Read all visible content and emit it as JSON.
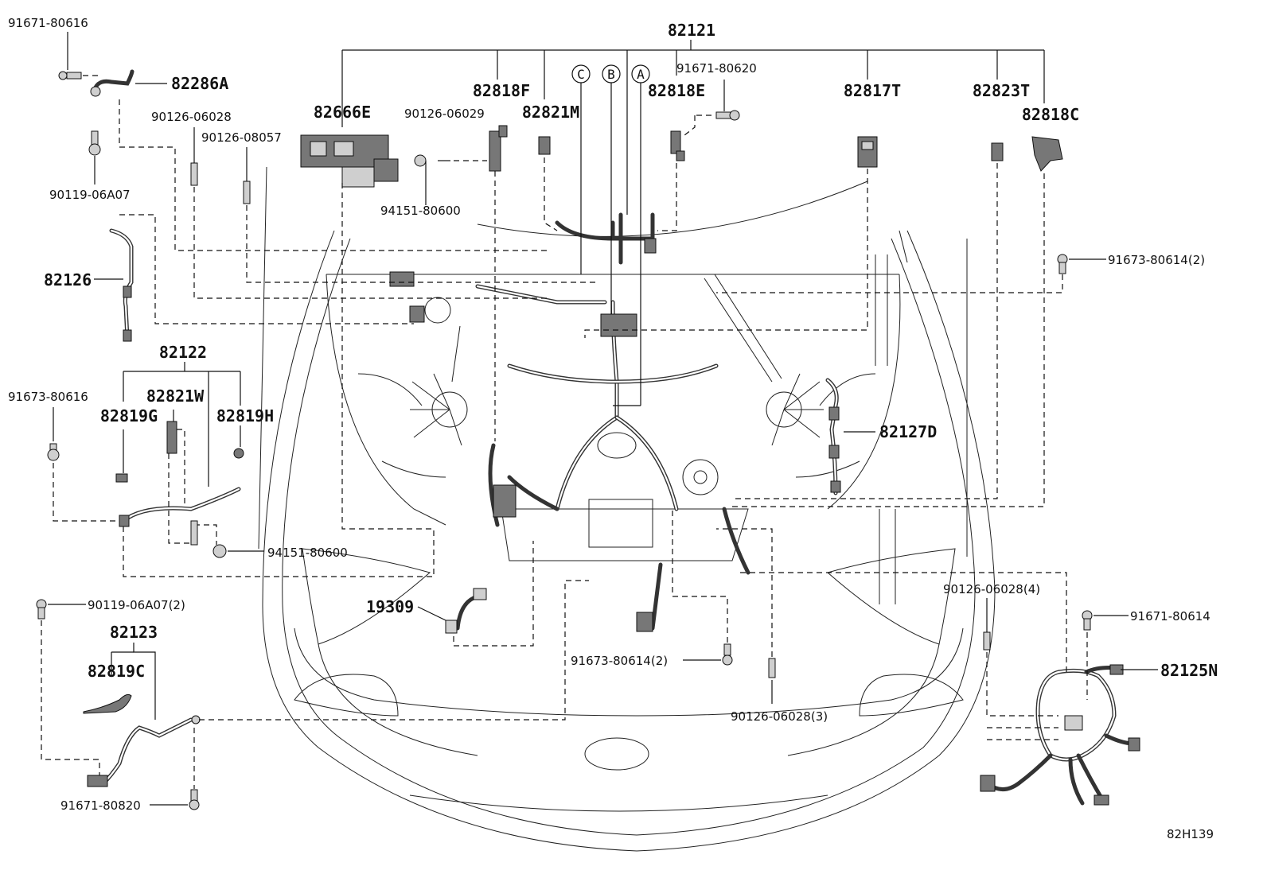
{
  "parts": {
    "p82121": "82121",
    "p82666E": "82666E",
    "p82818F": "82818F",
    "p82821M": "82821M",
    "p82818E": "82818E",
    "p82817T": "82817T",
    "p82823T": "82823T",
    "p82818C": "82818C",
    "p82286A": "82286A",
    "p82126": "82126",
    "p82122": "82122",
    "p82821W": "82821W",
    "p82819G": "82819G",
    "p82819H": "82819H",
    "p82127D": "82127D",
    "p19309": "19309",
    "p82123": "82123",
    "p82819C": "82819C",
    "p82125N": "82125N"
  },
  "fasteners": {
    "f91671_80616": "91671-80616",
    "f90126_06028": "90126-06028",
    "f90126_08057": "90126-08057",
    "f90126_06029": "90126-06029",
    "f91671_80620": "91671-80620",
    "f90119_06A07": "90119-06A07",
    "f94151_80600_top": "94151-80600",
    "f91673_80614_2_right": "91673-80614(2)",
    "f91673_80616": "91673-80616",
    "f94151_80600_mid": "94151-80600",
    "f90119_06A07_2": "90119-06A07(2)",
    "f90126_06028_4": "90126-06028(4)",
    "f91671_80614": "91671-80614",
    "f91673_80614_2_mid": "91673-80614(2)",
    "f90126_06028_3": "90126-06028(3)",
    "f91671_80820": "91671-80820"
  },
  "callouts": {
    "a": "A",
    "b": "B",
    "c": "C"
  },
  "diagram_code": "82H139"
}
